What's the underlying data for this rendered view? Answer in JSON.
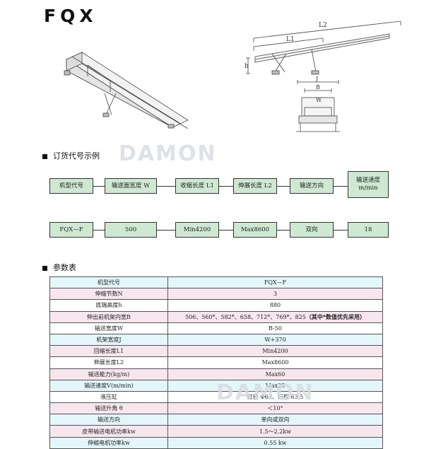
{
  "header": {
    "title": "FQX"
  },
  "diagram": {
    "dim_l2": "L2",
    "dim_l1": "L1",
    "dim_h": "h",
    "dim_j": "J",
    "dim_b": "B",
    "dim_w": "W"
  },
  "watermark": "DAMON",
  "order_example": {
    "heading": "订货代号示例",
    "row1": [
      "机型代号",
      "输送面宽度 W",
      "收缩长度 L1",
      "伸展长度 L2",
      "输送方向",
      "输送速度",
      "m/min"
    ],
    "row2": [
      "FQX—F",
      "500",
      "Min4200",
      "Max8600",
      "双向",
      "18"
    ]
  },
  "params": {
    "heading": "参数表",
    "rows": [
      {
        "label": "机型代号",
        "value": "FQX—F"
      },
      {
        "label": "伸缩节数N",
        "value": "3"
      },
      {
        "label": "底端高度h",
        "value": "880"
      },
      {
        "label": "伸出前机架内宽B",
        "value": "506、560*、582*、658、712*、769*、825",
        "note": "（其中*数值优先采用）"
      },
      {
        "label": "输送宽度W",
        "value": "B-50"
      },
      {
        "label": "机架宽度J",
        "value": "W+370"
      },
      {
        "label": "回缩长度L1",
        "value": "Min4200"
      },
      {
        "label": "伸展长度L2",
        "value": "Max8600"
      },
      {
        "label": "输送能力(kg/m)",
        "value": "Max60"
      },
      {
        "label": "输送速度V(m/min)",
        "value": "Max25"
      },
      {
        "label": "液压缸",
        "value": "缸径 Φ63、行程 63.5"
      },
      {
        "label": "输送升角 θ",
        "value": "＜10°"
      },
      {
        "label": "输送方向",
        "value": "单向或双向"
      },
      {
        "label": "皮带输送电机功率kw",
        "value": "1.5～2.2kw"
      },
      {
        "label": "伸缩电机功率kw",
        "value": "0.55 kw"
      }
    ]
  }
}
